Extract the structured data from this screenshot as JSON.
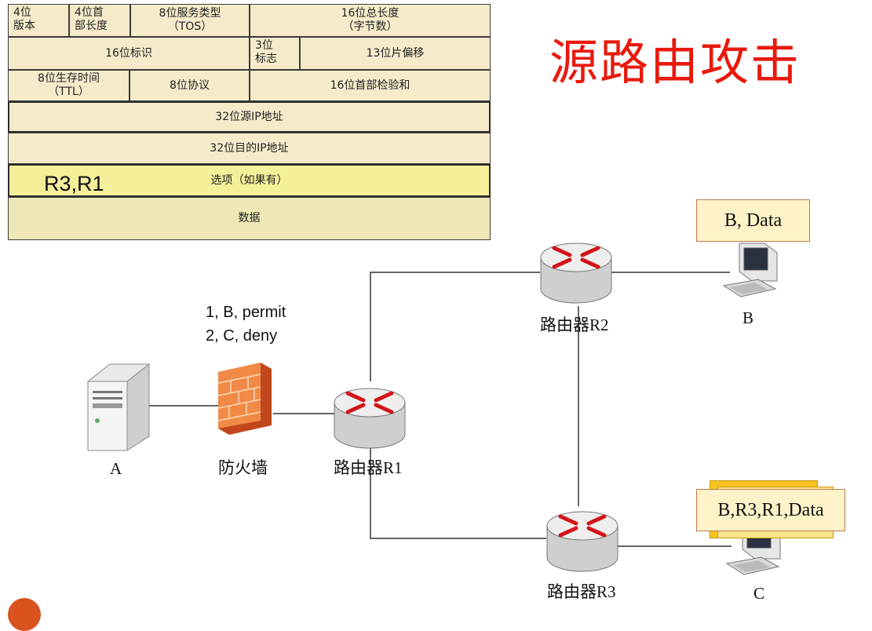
{
  "header_table": {
    "version": "4位\n版本",
    "header_length": "4位首\n部长度",
    "tos": "8位服务类型\n（TOS）",
    "total_length": "16位总长度\n（字节数）",
    "identification": "16位标识",
    "flags": "3位\n标志",
    "fragment_offset": "13位片偏移",
    "ttl": "8位生存时间\n（TTL）",
    "protocol": "8位协议",
    "checksum": "16位首部检验和",
    "src_ip": "32位源IP地址",
    "dst_ip": "32位目的IP地址",
    "options": "选项（如果有）",
    "options_value": "R3,R1",
    "data": "数据"
  },
  "title": "源路由攻击",
  "firewall_rules": [
    "1, B, permit",
    "2, C, deny"
  ],
  "nodes": {
    "host_a": "A",
    "firewall": "防火墙",
    "router_r1": "路由器R1",
    "router_r2": "路由器R2",
    "router_r3": "路由器R3",
    "host_b": "B",
    "host_c": "C"
  },
  "packets": {
    "to_b": "B, Data",
    "to_c": "B,R3,R1,Data"
  }
}
